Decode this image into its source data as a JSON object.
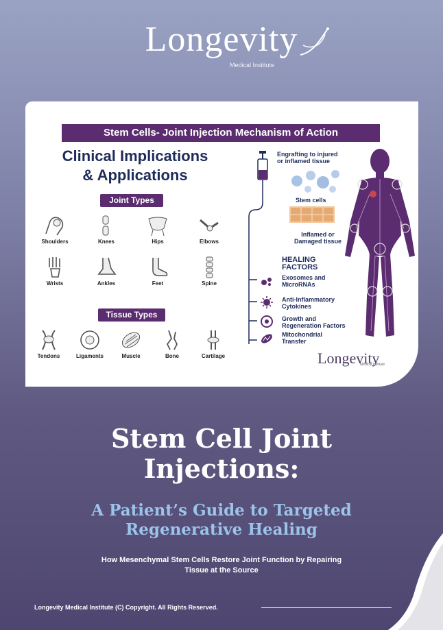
{
  "logo": {
    "word": "Longevity",
    "sub": "Medical Institute"
  },
  "card": {
    "banner": "Stem Cells- Joint Injection Mechanism of Action",
    "clinical_title_1": "Clinical Implications",
    "clinical_title_2": "& Applications",
    "joint_types_label": "Joint Types",
    "joints": [
      "Shoulders",
      "Knees",
      "Hips",
      "Elbows",
      "Wrists",
      "Ankles",
      "Feet",
      "Spine"
    ],
    "tissue_types_label": "Tissue Types",
    "tissues": [
      "Tendons",
      "Ligaments",
      "Muscle",
      "Bone",
      "Cartilage"
    ],
    "engraft_1": "Engrafting to injured",
    "engraft_2": "or inflamed tissue",
    "stem_cells": "Stem cells",
    "inflamed_1": "Inflamed or",
    "inflamed_2": "Damaged tissue",
    "healing_1": "HEALING",
    "healing_2": "FACTORS",
    "factors": [
      [
        "Exosomes and",
        "MicroRNAs"
      ],
      [
        "Anti-Inflammatory",
        "Cytokines"
      ],
      [
        "Growth and",
        "Regeneration Factors"
      ],
      [
        "Mitochondrial",
        "Transfer"
      ]
    ],
    "logo_word": "Longevity",
    "logo_sub": "Medical Institute"
  },
  "title_1": "Stem Cell Joint",
  "title_2": "Injections:",
  "subtitle_1": "A Patient’s Guide to Targeted",
  "subtitle_2": "Regenerative Healing",
  "description_1": "How Mesenchymal Stem Cells Restore Joint Function by Repairing",
  "description_2": "Tissue at the Source",
  "copyright": "Longevity Medical Institute (C) Copyright. All Rights Reserved.",
  "colors": {
    "banner": "#5b2c6f",
    "navy": "#1e2c5a",
    "subtitle": "#9cc3ea"
  }
}
